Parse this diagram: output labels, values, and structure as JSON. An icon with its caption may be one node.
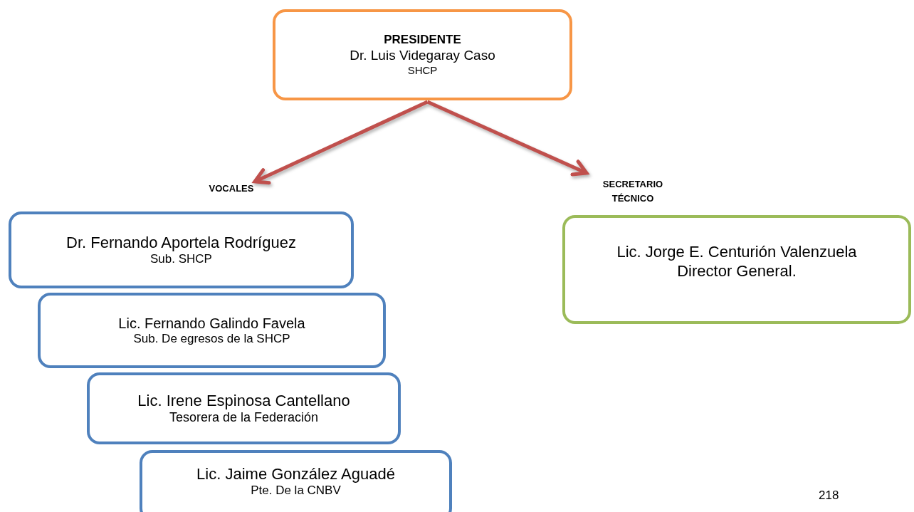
{
  "diagram": {
    "nodes": [
      {
        "text": [
          "PRESIDENTE",
          "Dr. Luis Videgaray Caso",
          "SHCP"
        ]
      },
      {
        "text": [
          "VOCALES"
        ]
      },
      {
        "text": [
          "SECRETARIO TÉCNICO"
        ]
      },
      {
        "text": [
          "Dr. Fernando Aportela Rodríguez",
          "Sub. SHCP"
        ]
      },
      {
        "text": [
          "Lic. Fernando Galindo Favela",
          "Sub. De egresos de la SHCP"
        ]
      },
      {
        "text": [
          "Lic. Irene Espinosa Cantellano",
          "Tesorera de la Federación"
        ]
      },
      {
        "text": [
          "Lic. Jaime González Aguadé",
          "Pte. De la CNBV"
        ]
      },
      {
        "text": [
          "Lic. Jorge E. Centurión Valenzuela",
          "Director General."
        ]
      }
    ],
    "edges": [
      {
        "from": 0,
        "to": 1,
        "arrow": "to",
        "color": "#c0504d"
      },
      {
        "from": 0,
        "to": 2,
        "arrow": "to",
        "color": "#c0504d"
      }
    ],
    "labels": [
      "218"
    ]
  }
}
